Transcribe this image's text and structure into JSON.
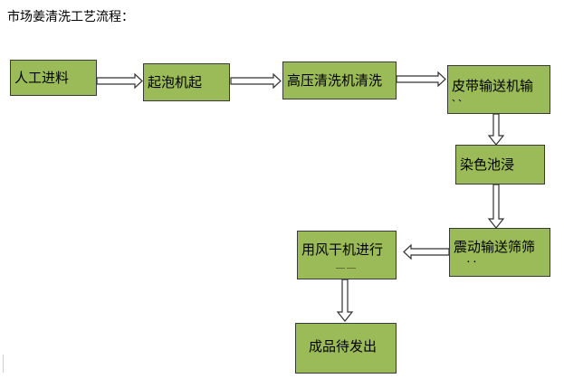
{
  "title": "市场姜清洗工艺流程：",
  "steps": {
    "s1": {
      "label": "人工进料"
    },
    "s2": {
      "label": "起泡机起"
    },
    "s3": {
      "label": "高压清洗机清洗"
    },
    "s4": {
      "label": "皮带输送机输",
      "sub": "、、"
    },
    "s5": {
      "label": "染色池浸"
    },
    "s6": {
      "label": "震动输送筛筛",
      "sub": "．．"
    },
    "s7": {
      "label": "用风干机进行",
      "sub": "＿＿"
    },
    "s8": {
      "label": "成品待发出"
    }
  },
  "colors": {
    "box_fill": "#9bbb59",
    "box_border": "#3a3a3a",
    "arrow_fill": "#ffffff",
    "arrow_stroke": "#333333"
  }
}
